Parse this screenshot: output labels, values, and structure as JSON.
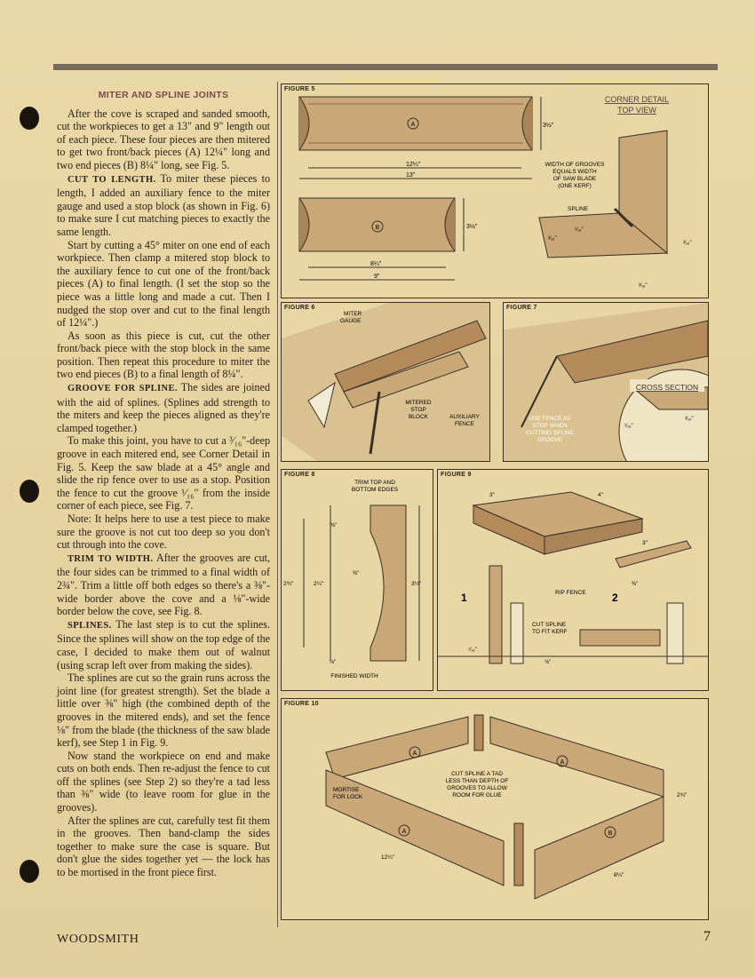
{
  "article": {
    "title": "MITER AND SPLINE JOINTS",
    "paragraphs": [
      {
        "head": "",
        "text": "After the cove is scraped and sanded smooth, cut the workpieces to get a 13\" and 9\" length out of each piece. These four pieces are then mitered to get two front/back pieces (A) 12¼\" long and two end pieces (B) 8¼\" long, see Fig. 5."
      },
      {
        "head": "CUT TO LENGTH.",
        "text": " To miter these pieces to length, I added an auxiliary fence to the miter gauge and used a stop block (as shown in Fig. 6) to make sure I cut matching pieces to exactly the same length."
      },
      {
        "head": "",
        "text": "Start by cutting a 45° miter on one end of each workpiece. Then clamp a mitered stop block to the auxiliary fence to cut one of the front/back pieces (A) to final length. (I set the stop so the piece was a little long and made a cut. Then I nudged the stop over and cut to the final length of 12¼\".)"
      },
      {
        "head": "",
        "text": "As soon as this piece is cut, cut the other front/back piece with the stop block in the same position. Then repeat this procedure to miter the two end pieces (B) to a final length of 8¼\"."
      },
      {
        "head": "GROOVE FOR SPLINE.",
        "text": " The sides are joined with the aid of splines. (Splines add strength to the miters and keep the pieces aligned as they're clamped together.)"
      },
      {
        "head": "",
        "text": "To make this joint, you have to cut a ³⁄₁₆\"-deep groove in each mitered end, see Corner Detail in Fig. 5. Keep the saw blade at a 45° angle and slide the rip fence over to use as a stop. Position the fence to cut the groove ¹⁄₁₆\" from the inside corner of each piece, see Fig. 7."
      },
      {
        "head": "",
        "text": "Note: It helps here to use a test piece to make sure the groove is not cut too deep so you don't cut through into the cove."
      },
      {
        "head": "TRIM TO WIDTH.",
        "text": " After the grooves are cut, the four sides can be trimmed to a final width of 2¾\". Trim a little off both edges so there's a ⅜\"-wide border above the cove and a ⅛\"-wide border below the cove, see Fig. 8."
      },
      {
        "head": "SPLINES.",
        "text": " The last step is to cut the splines. Since the splines will show on the top edge of the case, I decided to make them out of walnut (using scrap left over from making the sides)."
      },
      {
        "head": "",
        "text": "The splines are cut so the grain runs across the joint line (for greatest strength). Set the blade a little over ⅜\" high (the combined depth of the grooves in the mitered ends), and set the fence ⅛\" from the blade (the thickness of the saw blade kerf), see Step 1 in Fig. 9."
      },
      {
        "head": "",
        "text": "Now stand the workpiece on end and make cuts on both ends. Then re-adjust the fence to cut off the splines (see Step 2) so they're a tad less than ⅜\" wide (to leave room for glue in the grooves)."
      },
      {
        "head": "",
        "text": "After the splines are cut, carefully test fit them in the grooves. Then band-clamp the sides together to make sure the case is square. But don't glue the sides together yet — the lock has to be mortised in the front piece first."
      }
    ]
  },
  "footer": {
    "magazine": "WOODSMITH",
    "page": "7"
  },
  "fig5": {
    "label": "FIGURE 5",
    "detail_title_1": "CORNER DETAIL",
    "detail_title_2": "TOP VIEW",
    "part_a": "A",
    "part_b": "B",
    "dim_a_height": "3½\"",
    "dim_a_len": "12¼\"",
    "dim_a_blank": "13\"",
    "dim_b_height": "3½\"",
    "dim_b_len": "8¼\"",
    "dim_b_blank": "9\"",
    "note_1": "WIDTH OF GROOVES",
    "note_2": "EQUALS WIDTH",
    "note_3": "OF SAW BLADE",
    "note_4": "(ONE KERF)",
    "spline": "SPLINE",
    "dim_1": "³⁄₁₆\"",
    "dim_2": "¹⁄₁₆\"",
    "dim_3": "³⁄₁₆\"",
    "dim_4": "³⁄₁₆\""
  },
  "fig6": {
    "label": "FIGURE 6",
    "miter_1": "MITER",
    "miter_2": "GAUGE",
    "stop_1": "MITERED",
    "stop_2": "STOP",
    "stop_3": "BLOCK",
    "aux_1": "AUXILIARY",
    "aux_2": "FENCE"
  },
  "fig7": {
    "label": "FIGURE 7",
    "cross": "CROSS SECTION",
    "use_1": "USE FENCE AS",
    "use_2": "STOP WHEN",
    "use_3": "CUTTING SPLINE",
    "use_4": "GROOVE",
    "dim_1": "¹⁄₁₆\"",
    "dim_2": "³⁄₁₆\""
  },
  "fig8": {
    "label": "FIGURE 8",
    "trim_1": "TRIM TOP AND",
    "trim_2": "BOTTOM EDGES",
    "d_top": "⅜\"",
    "d_23": "2¾\"",
    "d_21": "2¼\"",
    "d_38": "⅜\"",
    "d_31": "3½\"",
    "d_18": "⅛\"",
    "finished": "FINISHED WIDTH"
  },
  "fig9": {
    "label": "FIGURE 9",
    "d_3a": "3\"",
    "d_4": "4\"",
    "d_3b": "3\"",
    "d_38": "⅜\"",
    "step1": "1",
    "step2": "2",
    "rip": "RIP FENCE",
    "cut_1": "CUT SPLINE",
    "cut_2": "TO FIT KERF",
    "d_716": "⁷⁄₁₆\"",
    "d_18": "⅛\""
  },
  "fig10": {
    "label": "FIGURE 10",
    "a": "A",
    "b": "B",
    "mortise_1": "MORTISE",
    "mortise_2": "FOR LOCK",
    "note_1": "CUT SPLINE A TAD",
    "note_2": "LESS THAN DEPTH OF",
    "note_3": "GROOVES TO ALLOW",
    "note_4": "ROOM FOR GLUE",
    "d_len": "12¼\"",
    "d_end": "8¼\"",
    "d_h": "2¾\""
  }
}
